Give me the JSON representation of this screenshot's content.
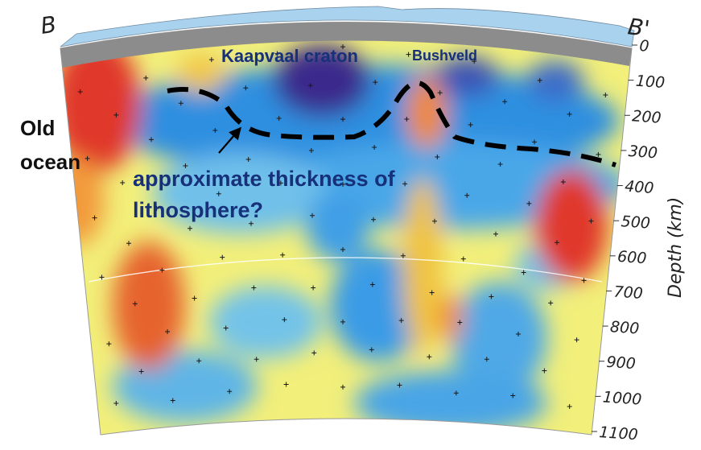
{
  "section": {
    "left_label": "B",
    "right_label": "B'"
  },
  "annotations": {
    "old_ocean_line1": "Old",
    "old_ocean_line2": "ocean",
    "kaapvaal": "Kaapvaal craton",
    "bushveld": "Bushveld",
    "thickness_line1": "approximate thickness of",
    "thickness_line2": "lithosphere?"
  },
  "depth_axis": {
    "title": "Depth (km)",
    "ticks": [
      "0",
      "100",
      "200",
      "300",
      "400",
      "500",
      "600",
      "700",
      "800",
      "900",
      "1000",
      "1100"
    ]
  },
  "colors": {
    "fast_blue": "#2f8fe0",
    "deep_blue": "#3a2a8c",
    "neutral_yellow": "#f2ef7a",
    "slow_red": "#e0382a",
    "crust_grey": "#8c8c8c",
    "surface_blue": "#a9d2ee",
    "dashed_line": "#000000"
  }
}
